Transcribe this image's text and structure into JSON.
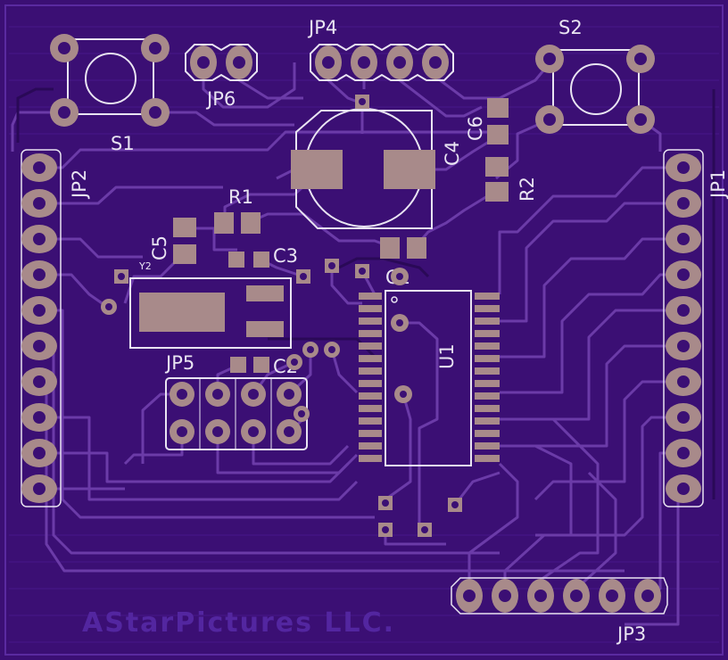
{
  "board": {
    "colors": {
      "substrate": "#3b0f74",
      "copper": "#4a1a8a",
      "trace_light": "#6b3ba8",
      "trace_dark": "#2a0957",
      "silkscreen": "#e9e4f2",
      "pad": "#a88a8a",
      "pad_inner": "#3b0f74",
      "watermark": "#5326a0"
    },
    "watermark": "AStarPictures LLC.",
    "labels": {
      "s1": "S1",
      "s2": "S2",
      "jp1": "JP1",
      "jp2": "JP2",
      "jp3": "JP3",
      "jp4": "JP4",
      "jp5": "JP5",
      "jp6": "JP6",
      "r1": "R1",
      "r2": "R2",
      "c1": "C1",
      "c2": "C2",
      "c3": "C3",
      "c4": "C4",
      "c5": "C5",
      "c6": "C6",
      "u1": "U1",
      "y2": "Y2"
    }
  }
}
